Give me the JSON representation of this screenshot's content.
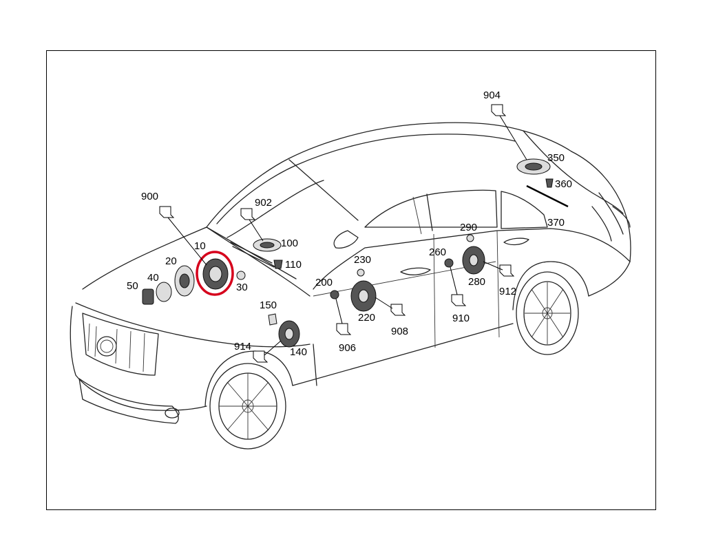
{
  "diagram": {
    "highlight_color": "#d6001c",
    "highlighted_part": "10",
    "callouts": [
      {
        "id": "c10",
        "label": "10"
      },
      {
        "id": "c20",
        "label": "20"
      },
      {
        "id": "c30",
        "label": "30"
      },
      {
        "id": "c40",
        "label": "40"
      },
      {
        "id": "c50",
        "label": "50"
      },
      {
        "id": "c100",
        "label": "100"
      },
      {
        "id": "c110",
        "label": "110"
      },
      {
        "id": "c140",
        "label": "140"
      },
      {
        "id": "c150",
        "label": "150"
      },
      {
        "id": "c200",
        "label": "200"
      },
      {
        "id": "c220",
        "label": "220"
      },
      {
        "id": "c230",
        "label": "230"
      },
      {
        "id": "c260",
        "label": "260"
      },
      {
        "id": "c280",
        "label": "280"
      },
      {
        "id": "c290",
        "label": "290"
      },
      {
        "id": "c350",
        "label": "350"
      },
      {
        "id": "c360",
        "label": "360"
      },
      {
        "id": "c370",
        "label": "370"
      },
      {
        "id": "c900",
        "label": "900"
      },
      {
        "id": "c902",
        "label": "902"
      },
      {
        "id": "c904",
        "label": "904"
      },
      {
        "id": "c906",
        "label": "906"
      },
      {
        "id": "c908",
        "label": "908"
      },
      {
        "id": "c910",
        "label": "910"
      },
      {
        "id": "c912",
        "label": "912"
      },
      {
        "id": "c914",
        "label": "914"
      }
    ]
  }
}
